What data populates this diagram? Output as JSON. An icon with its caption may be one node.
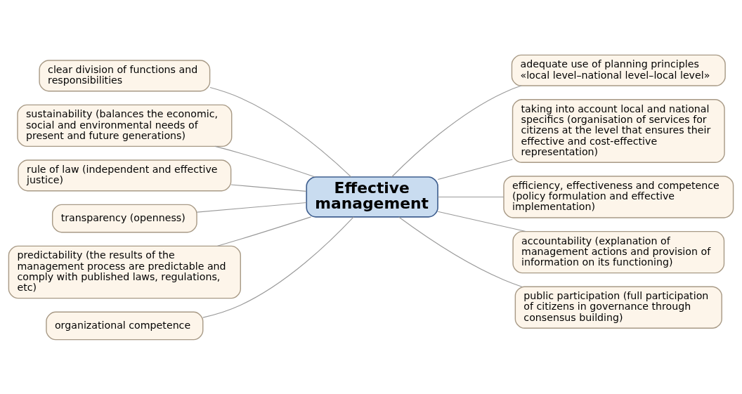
{
  "diagram": {
    "nodes": [
      {
        "text": [
          "Effective management"
        ]
      },
      {
        "text": [
          "clear division of functions and responsibilities"
        ]
      },
      {
        "text": [
          "sustainability (balances the economic, social and environmental needs of present and future generations)"
        ]
      },
      {
        "text": [
          "rule of law (independent and effective justice)"
        ]
      },
      {
        "text": [
          "transparency (openness)"
        ]
      },
      {
        "text": [
          "predictability (the results of the management process are predictable and comply with published laws, regulations, etc)"
        ]
      },
      {
        "text": [
          "organizational competence"
        ]
      },
      {
        "text": [
          "adequate use of planning principles «local level–national level–local level»"
        ]
      },
      {
        "text": [
          "taking into account local and national specifics (organisation of services for citizens at the level that ensures their effective and cost-effective representation)"
        ]
      },
      {
        "text": [
          "efficiency, effectiveness and competence (policy formulation and effective implementation)"
        ]
      },
      {
        "text": [
          "accountability (explanation of management actions and provision of information on its functioning)"
        ]
      },
      {
        "text": [
          "public participation (full participation of citizens in governance through consensus building)"
        ]
      }
    ],
    "edges": [
      {
        "from": 1,
        "to": 0,
        "arrow": "none"
      },
      {
        "from": 2,
        "to": 0,
        "arrow": "none"
      },
      {
        "from": 3,
        "to": 0,
        "arrow": "none"
      },
      {
        "from": 4,
        "to": 0,
        "arrow": "none"
      },
      {
        "from": 5,
        "to": 0,
        "arrow": "none"
      },
      {
        "from": 6,
        "to": 0,
        "arrow": "none"
      },
      {
        "from": 0,
        "to": 7,
        "arrow": "none"
      },
      {
        "from": 0,
        "to": 8,
        "arrow": "none"
      },
      {
        "from": 0,
        "to": 9,
        "arrow": "none"
      },
      {
        "from": 0,
        "to": 10,
        "arrow": "none"
      },
      {
        "from": 0,
        "to": 11,
        "arrow": "none"
      }
    ]
  }
}
